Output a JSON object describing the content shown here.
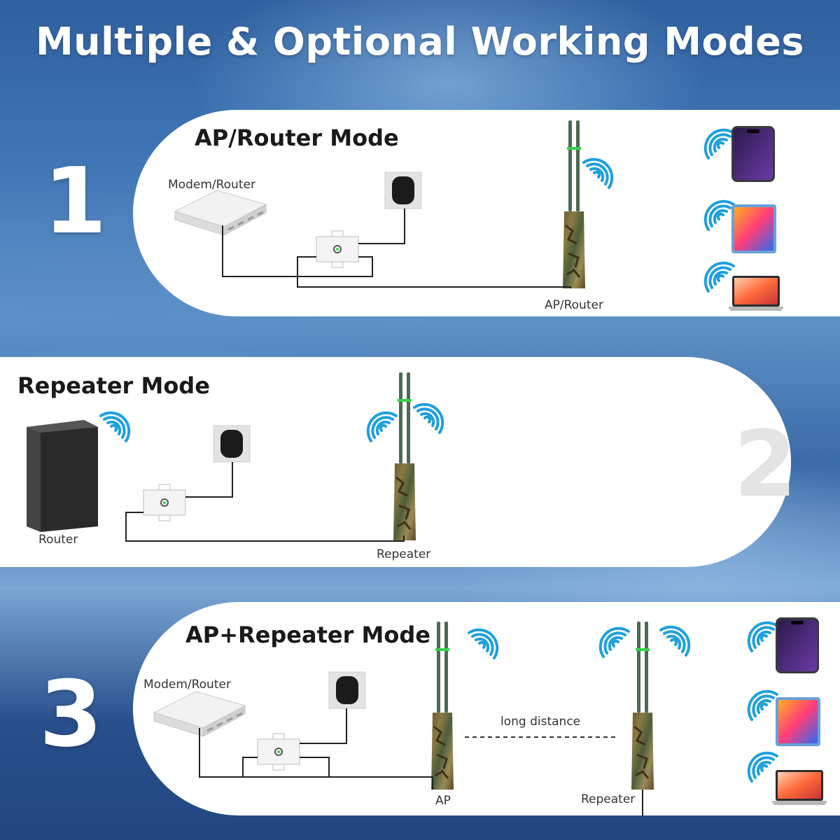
{
  "title": "Multiple & Optional Working Modes",
  "modes": [
    {
      "number": "1",
      "name": "AP/Router Mode",
      "labels": {
        "modem": "Modem/Router",
        "device": "AP/Router"
      }
    },
    {
      "number": "2",
      "name": "Repeater Mode",
      "labels": {
        "router": "Router",
        "device": "Repeater"
      }
    },
    {
      "number": "3",
      "name": "AP+Repeater Mode",
      "labels": {
        "modem": "Modem/Router",
        "ap": "AP",
        "repeater": "Repeater",
        "link": "long distance"
      }
    }
  ],
  "client_devices": [
    "phone-icon",
    "tablet-icon",
    "laptop-icon"
  ],
  "colors": {
    "wifi": "#1ea0dc",
    "antenna": "#4c6a52",
    "camo": "#7a6a3a",
    "accent_green": "#35d24a"
  }
}
